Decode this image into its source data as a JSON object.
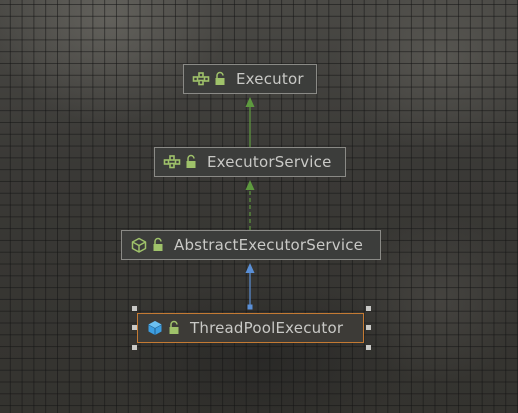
{
  "diagram": {
    "nodes": [
      {
        "id": "executor",
        "label": "Executor",
        "kind": "interface",
        "icon": "interface-icon"
      },
      {
        "id": "executor-service",
        "label": "ExecutorService",
        "kind": "interface",
        "icon": "interface-icon"
      },
      {
        "id": "abstract-executor-service",
        "label": "AbstractExecutorService",
        "kind": "abstract-class",
        "icon": "abstract-class-icon"
      },
      {
        "id": "thread-pool-executor",
        "label": "ThreadPoolExecutor",
        "kind": "class",
        "icon": "class-icon",
        "selected": true
      }
    ],
    "edges": [
      {
        "from": "executor-service",
        "to": "executor",
        "style": "solid",
        "color": "#5e9a3f"
      },
      {
        "from": "abstract-executor-service",
        "to": "executor-service",
        "style": "dashed",
        "color": "#5e9a3f"
      },
      {
        "from": "thread-pool-executor",
        "to": "abstract-executor-service",
        "style": "solid",
        "color": "#5a8fd6"
      }
    ],
    "colors": {
      "interface_icon": "#9fc26a",
      "lock_icon": "#9fc26a",
      "class_icon": "#3d9ee0",
      "selection_border": "#c47a33"
    }
  }
}
